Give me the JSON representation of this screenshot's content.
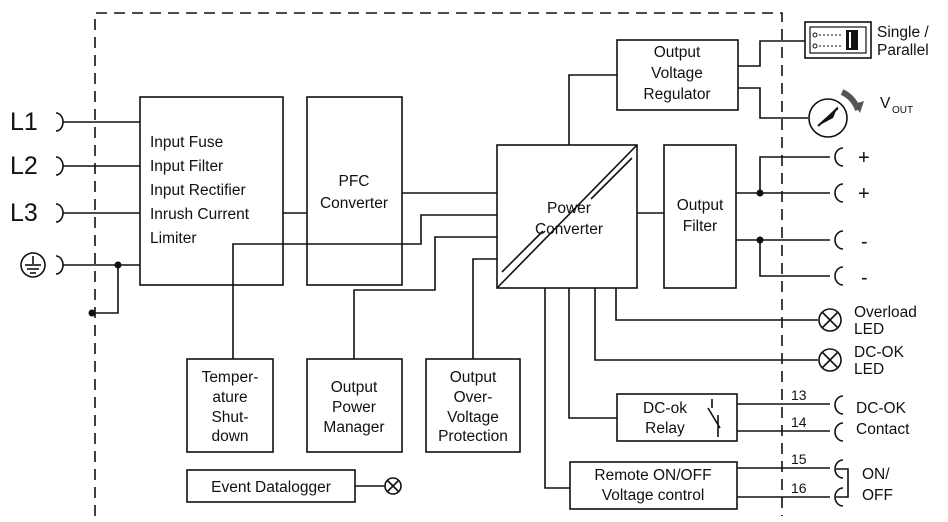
{
  "inputs": {
    "l1": "L1",
    "l2": "L2",
    "l3": "L3",
    "pe": "⏚"
  },
  "blocks": {
    "input": [
      "Input Fuse",
      "Input Filter",
      "Input Rectifier",
      "Inrush Current",
      "Limiter"
    ],
    "pfc": [
      "PFC",
      "Converter"
    ],
    "power": [
      "Power",
      "Converter"
    ],
    "filter": [
      "Output",
      "Filter"
    ],
    "regulator": [
      "Output",
      "Voltage",
      "Regulator"
    ],
    "temp": [
      "Temper-",
      "ature",
      "Shut-",
      "down"
    ],
    "manager": [
      "Output",
      "Power",
      "Manager"
    ],
    "ovp": [
      "Output",
      "Over-",
      "Voltage",
      "Protection"
    ],
    "datalogger": "Event Datalogger",
    "relay": [
      "DC-ok",
      "Relay"
    ],
    "remote": [
      "Remote ON/OFF",
      "Voltage control"
    ]
  },
  "outputs": {
    "single_parallel": [
      "Single /",
      "Parallel"
    ],
    "vout": "V",
    "vout_sub": "OUT",
    "plus": "+",
    "minus": "-",
    "overload": [
      "Overload",
      "LED"
    ],
    "dcok_led": [
      "DC-OK",
      "LED"
    ],
    "dcok_contact": [
      "DC-OK",
      "Contact"
    ],
    "on_off": [
      "ON/",
      "OFF"
    ],
    "pin13": "13",
    "pin14": "14",
    "pin15": "15",
    "pin16": "16"
  }
}
